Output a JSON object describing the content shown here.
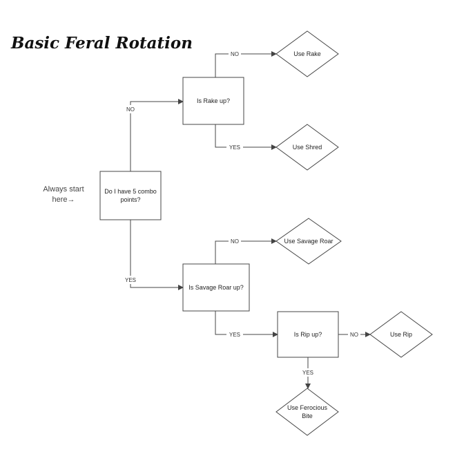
{
  "title": "Basic Feral Rotation",
  "start_note": [
    "Always start",
    "here→"
  ],
  "nodes": [
    {
      "id": "combo",
      "shape": "rect",
      "lines": [
        "Do I have 5 combo",
        "points?"
      ]
    },
    {
      "id": "rake_up",
      "shape": "rect",
      "lines": [
        "Is Rake up?"
      ]
    },
    {
      "id": "roar_up",
      "shape": "rect",
      "lines": [
        "Is Savage Roar up?"
      ]
    },
    {
      "id": "rip_up",
      "shape": "rect",
      "lines": [
        "Is Rip up?"
      ]
    },
    {
      "id": "use_rake",
      "shape": "diamond",
      "lines": [
        "Use Rake"
      ]
    },
    {
      "id": "use_shred",
      "shape": "diamond",
      "lines": [
        "Use Shred"
      ]
    },
    {
      "id": "use_roar",
      "shape": "diamond",
      "lines": [
        "Use Savage Roar"
      ]
    },
    {
      "id": "use_rip",
      "shape": "diamond",
      "lines": [
        "Use Rip"
      ]
    },
    {
      "id": "use_bite",
      "shape": "diamond",
      "lines": [
        "Use Ferocious",
        "Bite"
      ]
    }
  ],
  "edges": [
    {
      "from": "combo",
      "to": "rake_up",
      "label": "NO"
    },
    {
      "from": "combo",
      "to": "roar_up",
      "label": "YES"
    },
    {
      "from": "rake_up",
      "to": "use_rake",
      "label": "NO"
    },
    {
      "from": "rake_up",
      "to": "use_shred",
      "label": "YES"
    },
    {
      "from": "roar_up",
      "to": "use_roar",
      "label": "NO"
    },
    {
      "from": "roar_up",
      "to": "rip_up",
      "label": "YES"
    },
    {
      "from": "rip_up",
      "to": "use_rip",
      "label": "NO"
    },
    {
      "from": "rip_up",
      "to": "use_bite",
      "label": "YES"
    }
  ]
}
